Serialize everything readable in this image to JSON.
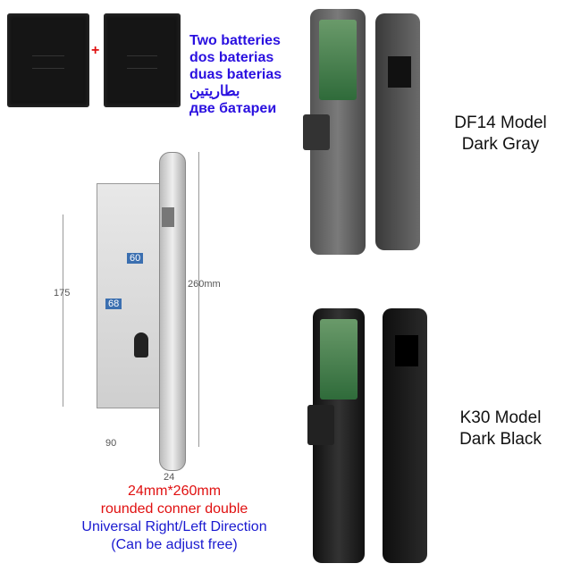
{
  "batteries": {
    "plus": "+",
    "lines": [
      "Two batteries",
      "dos baterias",
      "duas baterias",
      "بطاريتين",
      "две батареи"
    ]
  },
  "models": [
    {
      "name": "DF14 Model",
      "color": "Dark Gray"
    },
    {
      "name": "K30 Model",
      "color": "Dark Black"
    }
  ],
  "mortise": {
    "height_label": "175",
    "length_label": "260mm",
    "tag_60": "60",
    "tag_68": "68",
    "width_label": "90",
    "faceplate_label": "24"
  },
  "captions": {
    "size": "24mm*260mm",
    "corner": "rounded conner double",
    "direction": "Universal Right/Left Direction",
    "adjust": "(Can be adjust free)"
  },
  "colors": {
    "blue_text": "#2a10e0",
    "red_text": "#e01010",
    "caption_blue": "#1a1ad0"
  }
}
